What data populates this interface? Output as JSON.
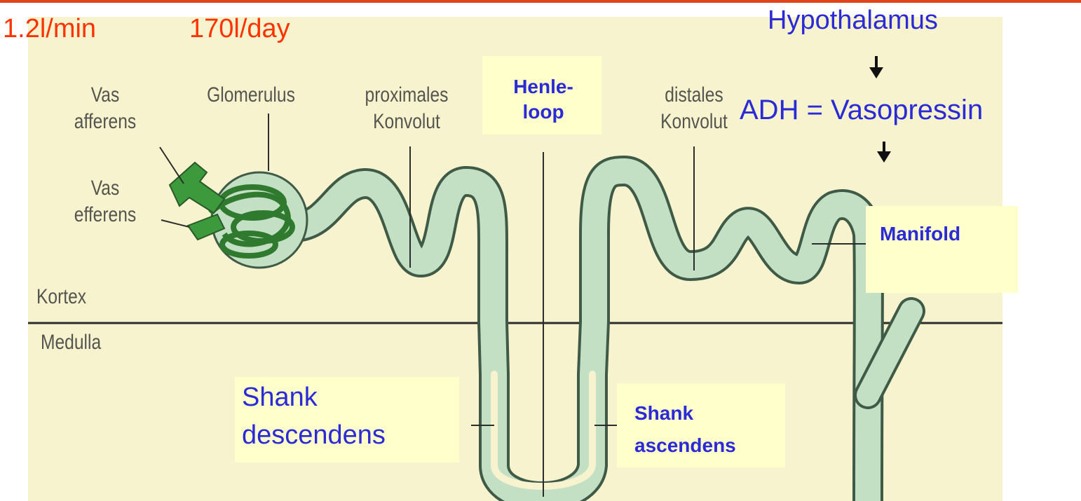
{
  "flow_rates": {
    "per_minute": "1.2l/min",
    "per_day": "170l/day"
  },
  "hormone_chain": {
    "source": "Hypothalamus",
    "hormone": "ADH = Vasopressin"
  },
  "labels": {
    "vas_afferens": "Vas\nafferens",
    "vas_efferens": "Vas\nefferens",
    "glomerulus": "Glomerulus",
    "proximal": "proximales\nKonvolut",
    "distal": "distales\nKonvolut",
    "kortex": "Kortex",
    "medulla": "Medulla"
  },
  "highlight_boxes": {
    "henle": "Henle-\nloop",
    "manifold": "Manifold",
    "shank_desc": "Shank\ndescendens",
    "shank_asc": "Shank\nascendens"
  },
  "colors": {
    "background_paper": "#f7f3cf",
    "tubule": "#c4e0c4",
    "tubule_outline": "#3f5a46",
    "glomerulus": "#3c9a3c",
    "highlight": "#ffffcc",
    "red_text": "#ff3300",
    "blue_text": "#2a2ad6"
  }
}
